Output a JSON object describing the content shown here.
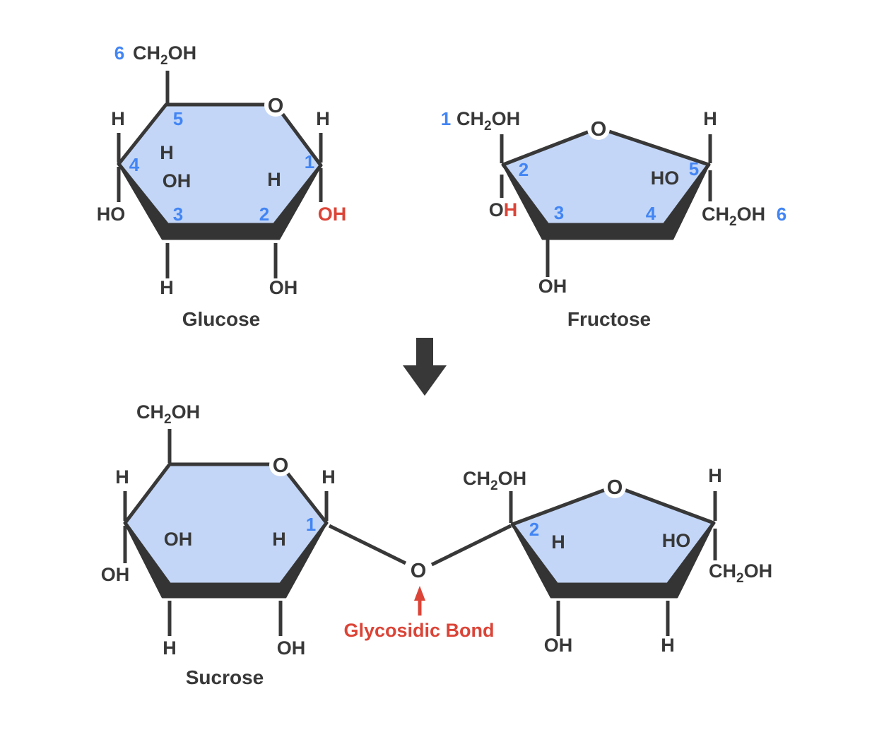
{
  "palette": {
    "line_dark": "#383838",
    "ring_fill": "#c3d6f7",
    "number_blue": "#4285f4",
    "accent_red": "#db4437",
    "background": "#ffffff"
  },
  "glucose": {
    "name": "Glucose",
    "c6_number": "6",
    "c6_formula": {
      "pre": "CH",
      "sub": "2",
      "post": "OH"
    },
    "ring_oxygen": "O",
    "c4_h_top": "H",
    "c4_number": "4",
    "c4_ho": "HO",
    "c5_number": "5",
    "c5_h": "H",
    "c3_oh": "OH",
    "c3_number": "3",
    "c1_h_top": "H",
    "c1_number": "1",
    "c1_oh_red": "OH",
    "c2_h": "H",
    "c2_number": "2",
    "c3_h_bottom": "H",
    "c2_oh_bottom": "OH"
  },
  "fructose": {
    "name": "Fructose",
    "c1_number": "1",
    "c1_formula": {
      "pre": "CH",
      "sub": "2",
      "post": "OH"
    },
    "ring_oxygen": "O",
    "c2_number": "2",
    "c2_oh": {
      "o": "O",
      "h": "H"
    },
    "c3_number": "3",
    "c3_oh_bottom": "OH",
    "c4_number": "4",
    "c4_ho": "HO",
    "c5_number": "5",
    "c5_h_top": "H",
    "c6_formula": {
      "pre": "CH",
      "sub": "2",
      "post": "OH"
    },
    "c6_number": "6"
  },
  "sucrose": {
    "name": "Sucrose",
    "glucose_unit": {
      "c6_formula": {
        "pre": "CH",
        "sub": "2",
        "post": "OH"
      },
      "ring_oxygen": "O",
      "c4_h_top": "H",
      "c4_oh": "OH",
      "c3_oh": "OH",
      "c2_h": "H",
      "c1_h_top": "H",
      "c1_number": "1",
      "c3_h_bottom": "H",
      "c2_oh_bottom": "OH"
    },
    "fructose_unit": {
      "c1_formula": {
        "pre": "CH",
        "sub": "2",
        "post": "OH"
      },
      "ring_oxygen": "O",
      "c2_number": "2",
      "c3_h": "H",
      "c4_ho": "HO",
      "c5_h_top": "H",
      "c6_formula": {
        "pre": "CH",
        "sub": "2",
        "post": "OH"
      },
      "c3_oh_bottom": "OH",
      "c4_h_bottom": "H"
    }
  },
  "glycosidic_bond": {
    "oxygen": "O",
    "label": "Glycosidic Bond"
  }
}
